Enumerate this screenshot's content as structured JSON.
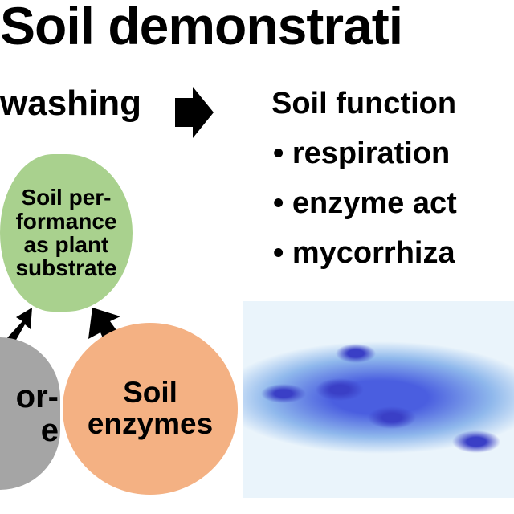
{
  "title": "Soil demonstrati",
  "left_heading": "washing",
  "right_heading": "Soil function",
  "functions": [
    "respiration",
    "enzyme act",
    "mycorrhiza"
  ],
  "bullet_symbol": "•",
  "circles": {
    "green": {
      "line1": "Soil per-",
      "line2": "formance",
      "line3": "as plant",
      "line4": "substrate",
      "color": "#a9d18e"
    },
    "gray": {
      "line1": "or-",
      "line2": "e",
      "color": "#a5a5a5"
    },
    "orange": {
      "line1": "Soil",
      "line2": "enzymes",
      "color": "#f4b183"
    }
  }
}
